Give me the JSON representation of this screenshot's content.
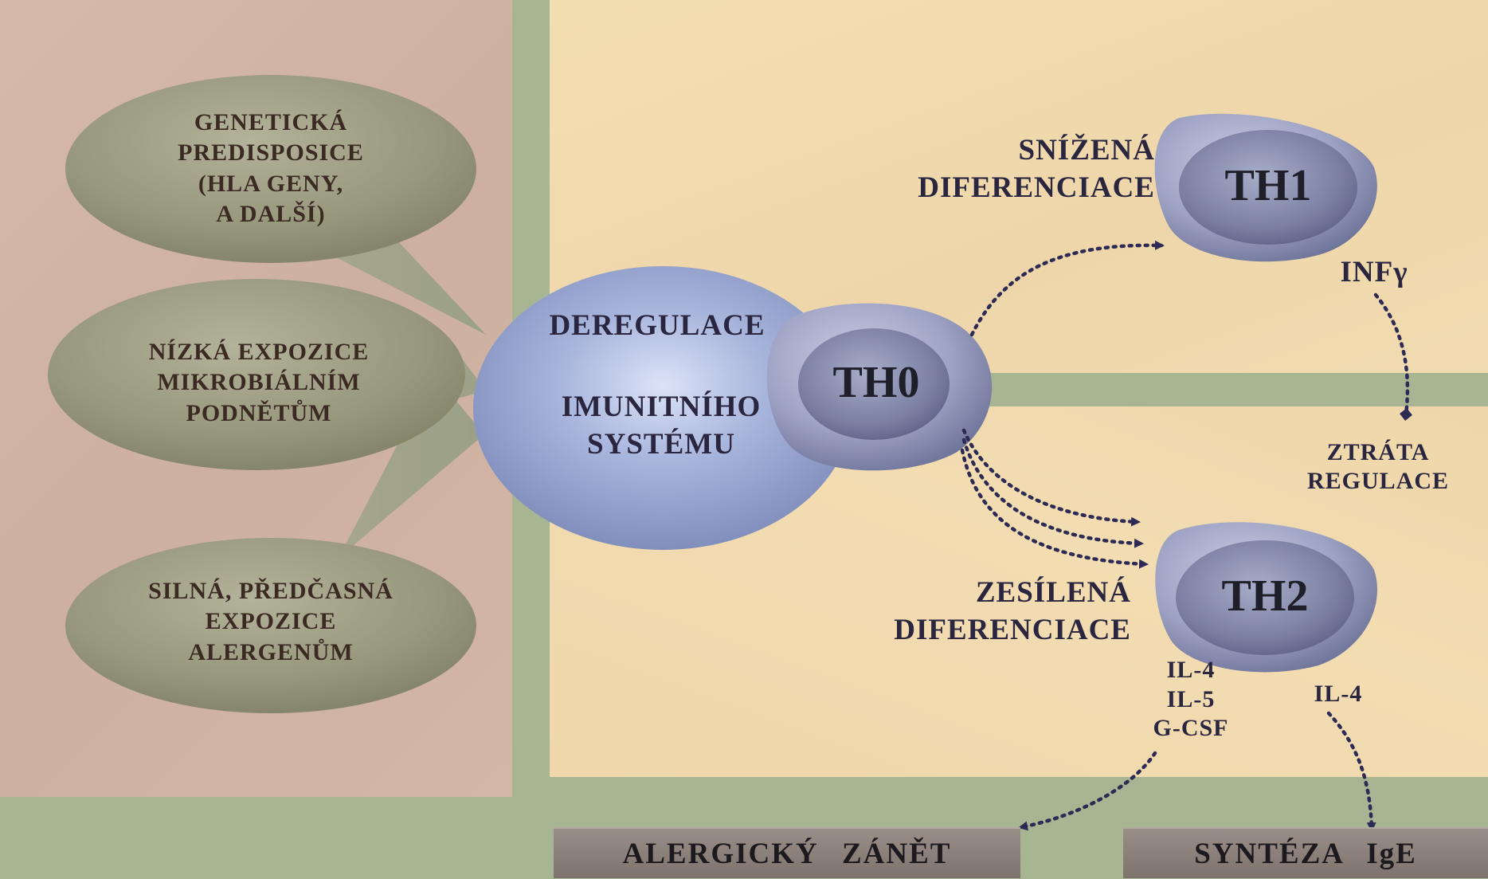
{
  "factors": [
    {
      "text": "GENETICKÁ\nPREDISPOSICE\n(HLA  GENY,\nA DALŠÍ)"
    },
    {
      "text": "NÍZKÁ EXPOZICE\nMIKROBIÁLNÍM\nPODNĚTŮM"
    },
    {
      "text": "SILNÁ,  PŘEDČASNÁ\nEXPOZICE\nALERGENŮM"
    }
  ],
  "center": {
    "line1": "DEREGULACE",
    "line2": "IMUNITNÍHO\nSYSTÉMU"
  },
  "cells": {
    "th0": "TH0",
    "th1": "TH1",
    "th2": "TH2"
  },
  "labels": {
    "reduced": "SNÍŽENÁ\nDIFERENCIACE",
    "enhanced": "ZESÍLENÁ\nDIFERENCIACE",
    "infg": "INFγ",
    "loss": "ZTRÁTA\nREGULACE",
    "cytokines_left": "IL-4\nIL-5\nG-CSF",
    "cytokines_right": "IL-4"
  },
  "outcomes": {
    "inflammation": "ALERGICKÝ   ZÁNĚT",
    "ige": "SYNTÉZA      IgE"
  },
  "colors": {
    "background": "#a8b592",
    "left_panel": "#d3b6a4",
    "right_panel": "#f1dbb0",
    "bubble": "#9a9a7e",
    "cell": "#8a8fb0",
    "arrow": "#2d2b55"
  }
}
